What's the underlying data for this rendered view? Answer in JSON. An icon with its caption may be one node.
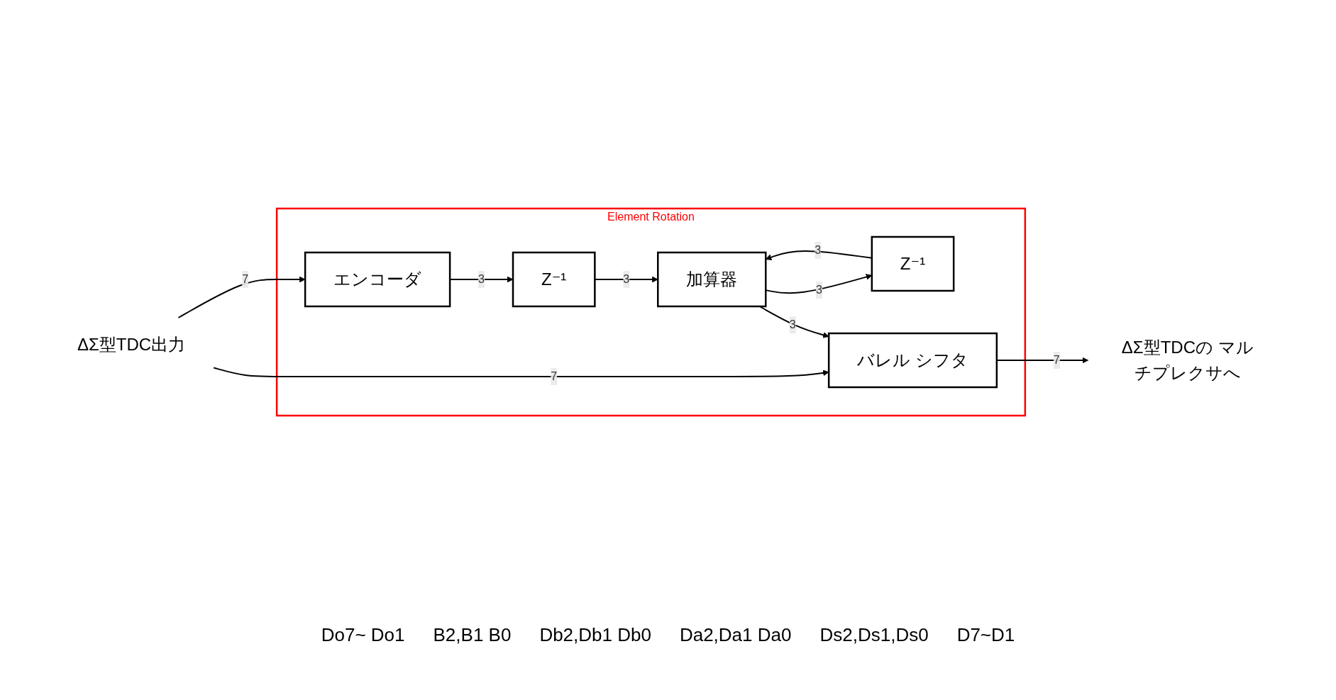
{
  "diagram": {
    "nodes": [
      {
        "text": [
          "Element Rotation"
        ]
      },
      {
        "text": [
          "ΔΣ型TDC出力"
        ]
      },
      {
        "text": [
          "エンコーダ"
        ],
        "in": 0
      },
      {
        "text": [
          "Z⁻¹"
        ],
        "in": 0
      },
      {
        "text": [
          "Z⁻¹"
        ],
        "in": 0
      },
      {
        "text": [
          "加算器"
        ],
        "in": 0
      },
      {
        "text": [
          "バレル シフタ"
        ],
        "in": 0
      },
      {
        "text": [
          "ΔΣ型TDCの マルチプレクサへ"
        ]
      }
    ],
    "edges": [
      {
        "from": 1,
        "to": 2,
        "arrow": "to",
        "label": "7"
      },
      {
        "from": 1,
        "to": 6,
        "arrow": "to",
        "label": "7"
      },
      {
        "from": 2,
        "to": 3,
        "arrow": "to",
        "label": "3"
      },
      {
        "from": 3,
        "to": 5,
        "arrow": "to",
        "label": "3"
      },
      {
        "from": 4,
        "to": 5,
        "arrow": "to",
        "label": "3"
      },
      {
        "from": 5,
        "to": 4,
        "arrow": "to",
        "label": "3"
      },
      {
        "from": 5,
        "to": 6,
        "arrow": "to",
        "label": "3"
      },
      {
        "from": 6,
        "to": 7,
        "arrow": "to",
        "label": "7"
      }
    ],
    "labels": [
      "Do7~ Do1",
      "B2,B1 B0",
      "Db2,Db1 Db0",
      "Da2,Da1 Da0",
      "Ds2,Ds1,Ds0",
      "D7~D1"
    ]
  }
}
